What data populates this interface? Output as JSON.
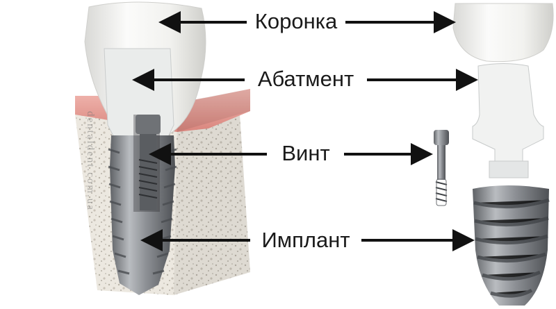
{
  "labels": {
    "crown": "Коронка",
    "abutment": "Абатмент",
    "screw": "Винт",
    "implant": "Имплант"
  },
  "watermark": "dentaldent.com.ua",
  "colors": {
    "enamel": "#f3f3f1",
    "gum": "#e9a9a2",
    "bone": "#ece8e0",
    "metal": "#8d9094",
    "arrow": "#111111"
  }
}
